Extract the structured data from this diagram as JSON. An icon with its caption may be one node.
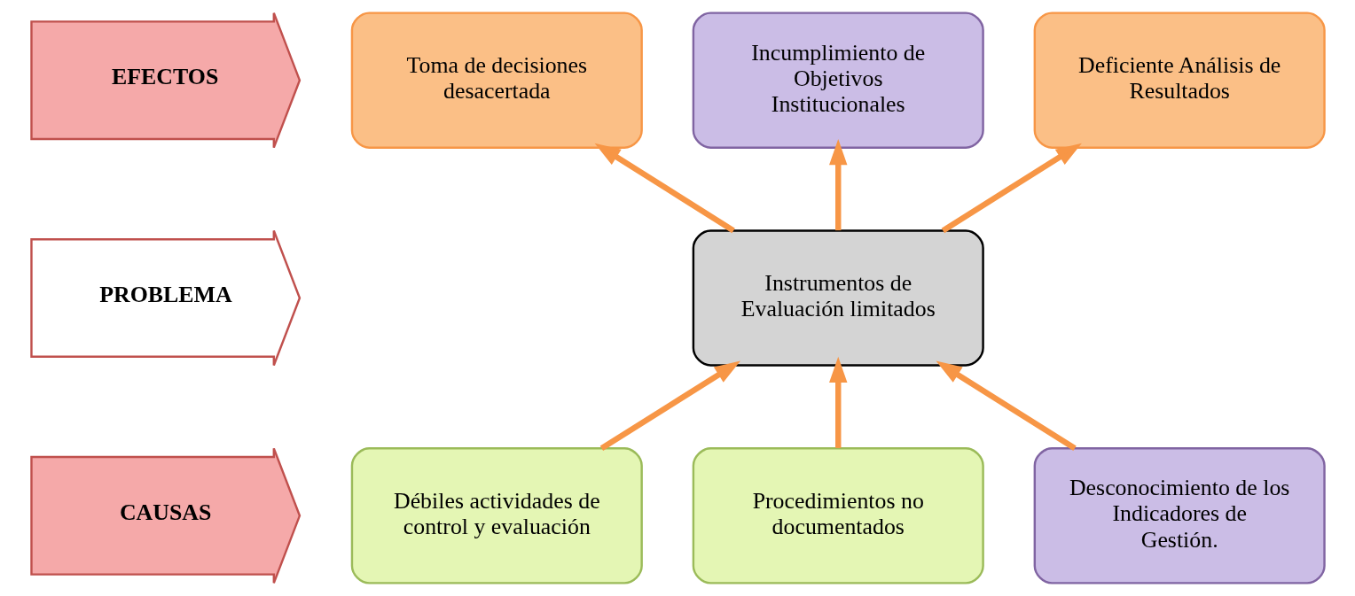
{
  "diagram": {
    "nodes": [
      {
        "text": [
          "EFECTOS"
        ]
      },
      {
        "text": [
          "Toma de decisiones desacertada"
        ]
      },
      {
        "text": [
          "Incumplimiento de Objetivos Institucionales"
        ]
      },
      {
        "text": [
          "Deficiente Análisis de Resultados"
        ]
      },
      {
        "text": [
          "PROBLEMA"
        ]
      },
      {
        "text": [
          "Instrumentos de Evaluación limitados"
        ]
      },
      {
        "text": [
          "CAUSAS"
        ]
      },
      {
        "text": [
          "Débiles actividades de control y evaluación"
        ]
      },
      {
        "text": [
          "Procedimientos no documentados"
        ]
      },
      {
        "text": [
          "Desconocimiento de los Indicadores de Gestión."
        ]
      }
    ],
    "edges": [
      {
        "from": 7,
        "to": 5,
        "arrow": "to"
      },
      {
        "from": 8,
        "to": 5,
        "arrow": "to"
      },
      {
        "from": 9,
        "to": 5,
        "arrow": "to"
      },
      {
        "from": 5,
        "to": 1,
        "arrow": "to"
      },
      {
        "from": 5,
        "to": 2,
        "arrow": "to"
      },
      {
        "from": 5,
        "to": 3,
        "arrow": "to"
      }
    ]
  }
}
